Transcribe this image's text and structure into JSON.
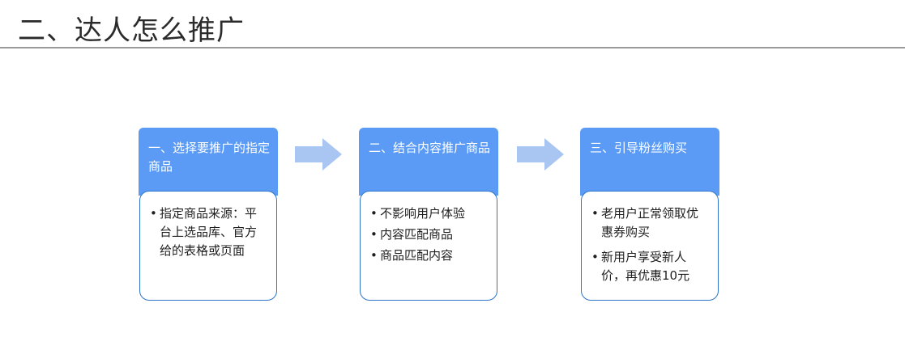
{
  "page": {
    "title": "二、达人怎么推广"
  },
  "steps": [
    {
      "heading": "一、选择要推广的指定商品",
      "items": [
        "指定商品来源：平台上选品库、官方给的表格或页面"
      ]
    },
    {
      "heading": "二、结合内容推广商品",
      "items": [
        "不影响用户体验",
        "内容匹配商品",
        "商品匹配内容"
      ]
    },
    {
      "heading": "三、引导粉丝购买",
      "items": [
        "老用户正常领取优惠券购买",
        "新用户享受新人价，再优惠10元"
      ]
    }
  ],
  "colors": {
    "header_fill": "#5b9bf5",
    "body_border": "#2e74c9",
    "arrow_fill": "#a9c6f2"
  },
  "icons": {
    "connector": "right-arrow-icon"
  }
}
